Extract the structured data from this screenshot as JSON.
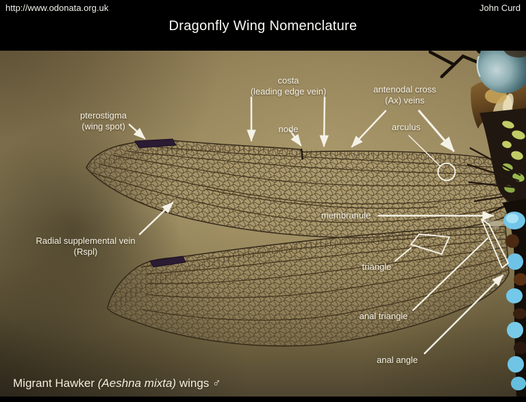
{
  "header": {
    "url": "http://www.odonata.org.uk",
    "author": "John Curd",
    "title": "Dragonfly Wing Nomenclature"
  },
  "labels": {
    "pterostigma": {
      "line1": "pterostigma",
      "line2": "(wing spot)"
    },
    "costa": {
      "line1": "costa",
      "line2": "(leading edge vein)"
    },
    "node": {
      "text": "node"
    },
    "antenodal": {
      "line1": "antenodal cross",
      "line2": "(Ax) veins"
    },
    "arculus": {
      "text": "arculus"
    },
    "membranule": {
      "text": "membranule"
    },
    "rspl": {
      "line1": "Radial supplemental vein",
      "line2": "(Rspl)"
    },
    "triangle": {
      "text": "triangle"
    },
    "anal_triangle": {
      "text": "anal triangle"
    },
    "anal_angle": {
      "text": "anal angle"
    }
  },
  "caption": {
    "prefix": "Migrant Hawker ",
    "species": "(Aeshna mixta)",
    "suffix": " wings ♂"
  },
  "colors": {
    "annotation_white": "#f4f1e6",
    "background_olive": "#9a8a60",
    "wing_vein": "#3c2e1a",
    "pterostigma_dark": "#2b1b33",
    "abdomen_blue_spot": "#74c8ea",
    "eye_teal": "#8fb0b4",
    "thorax_gold": "#d8c795"
  }
}
